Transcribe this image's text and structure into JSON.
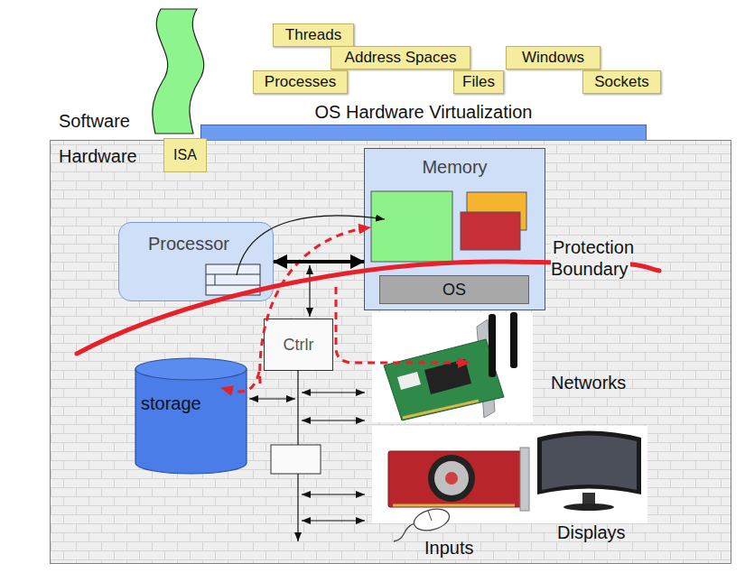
{
  "diagram": {
    "nodes": [
      {
        "text": [
          "Threads"
        ]
      },
      {
        "text": [
          "Address Spaces"
        ]
      },
      {
        "text": [
          "Processes"
        ]
      },
      {
        "text": [
          "Files"
        ]
      },
      {
        "text": [
          "Windows"
        ]
      },
      {
        "text": [
          "Sockets"
        ]
      },
      {
        "text": [
          "OS Hardware Virtualization"
        ]
      },
      {
        "text": [
          "Hardware"
        ]
      },
      {
        "text": [
          "ISA"
        ],
        "in": 7
      },
      {
        "text": [
          "Memory"
        ],
        "in": 7
      },
      {
        "text": [
          "OS"
        ],
        "in": 9
      },
      {
        "text": [
          "Processor"
        ],
        "in": 7
      },
      {
        "text": [
          "Ctrlr"
        ],
        "in": 7
      },
      {
        "text": [
          "storage"
        ],
        "in": 7
      }
    ],
    "edges": [
      {
        "from": 11,
        "to": 9,
        "arrow": "both"
      }
    ],
    "labels": [
      "Software",
      "Protection Boundary",
      "Networks",
      "Displays",
      "Inputs"
    ]
  }
}
